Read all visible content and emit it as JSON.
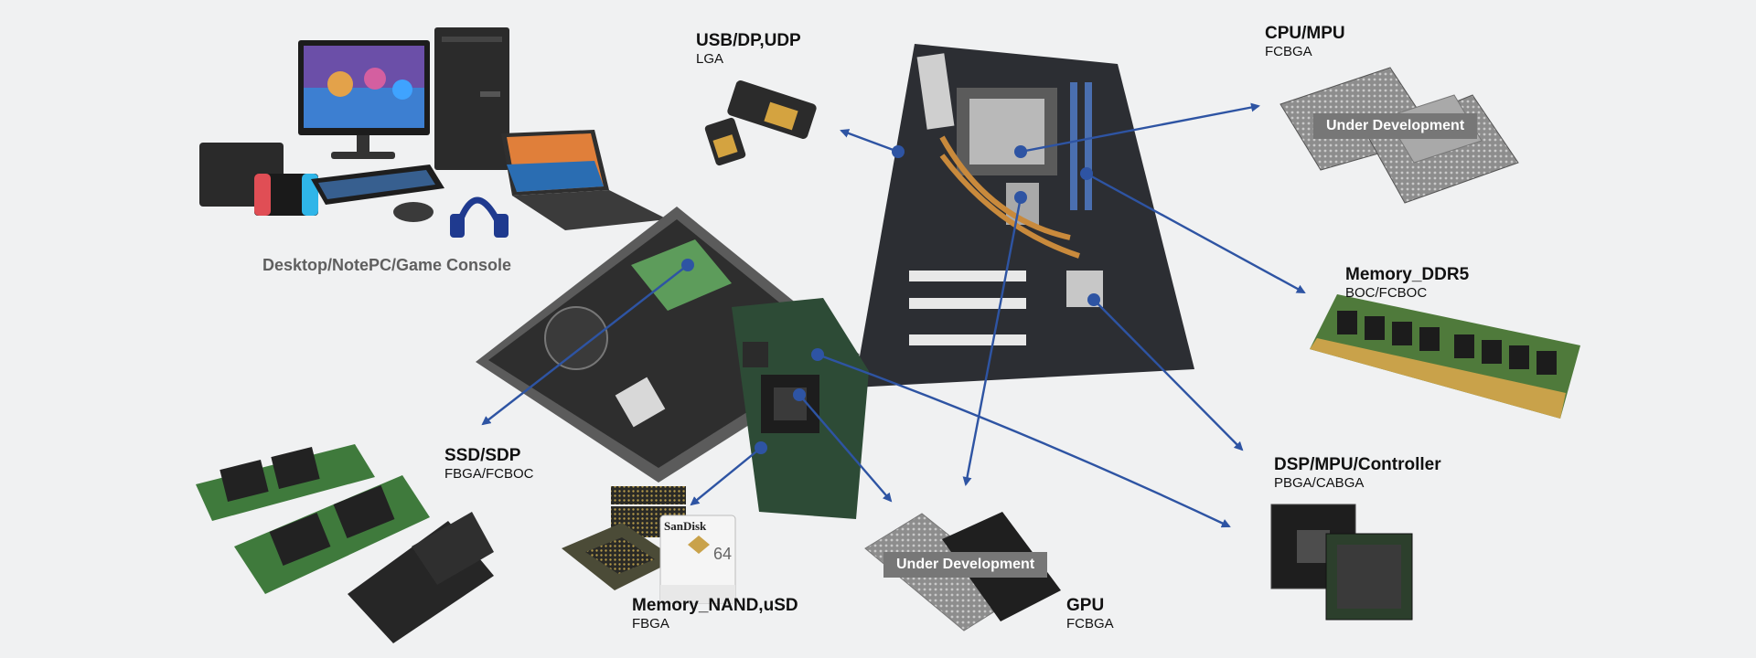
{
  "caption": "Desktop/NotePC/Game Console",
  "badge_text": "Under Development",
  "accent_color": "#2e54a3",
  "labels": [
    {
      "id": "usb",
      "title": "USB/DP,UDP",
      "sub": "LGA"
    },
    {
      "id": "cpu",
      "title": "CPU/MPU",
      "sub": "FCBGA"
    },
    {
      "id": "ddr5",
      "title": "Memory_DDR5",
      "sub": "BOC/FCBOC"
    },
    {
      "id": "ssd",
      "title": "SSD/SDP",
      "sub": "FBGA/FCBOC"
    },
    {
      "id": "dsp",
      "title": "DSP/MPU/Controller",
      "sub": "PBGA/CABGA"
    },
    {
      "id": "nand",
      "title": "Memory_NAND,uSD",
      "sub": "FBGA"
    },
    {
      "id": "gpu",
      "title": "GPU",
      "sub": "FCBGA"
    }
  ],
  "sd_card": {
    "brand": "SanDisk",
    "capacity": "64"
  },
  "nodes": [
    "pcb-node-usb",
    "pcb-node-cpu",
    "pcb-node-gpu",
    "pcb-node-ddr5",
    "pcb-node-dsp",
    "pcb-node-ssd",
    "pcb-node-nand-a",
    "pcb-node-nand-b",
    "pcb-node-dsp-b",
    "pcb-node-gpu-b"
  ]
}
